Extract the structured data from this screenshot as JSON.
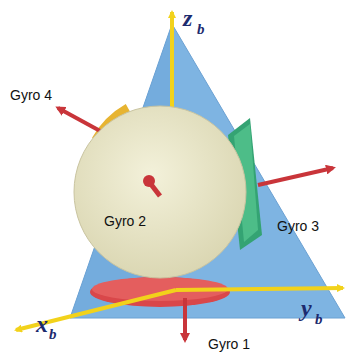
{
  "diagram": {
    "labels": [
      "z",
      "b",
      "Gyro 4",
      "Gyro 2",
      "Gyro 3",
      "x",
      "b",
      "y",
      "b",
      "Gyro 1"
    ]
  }
}
